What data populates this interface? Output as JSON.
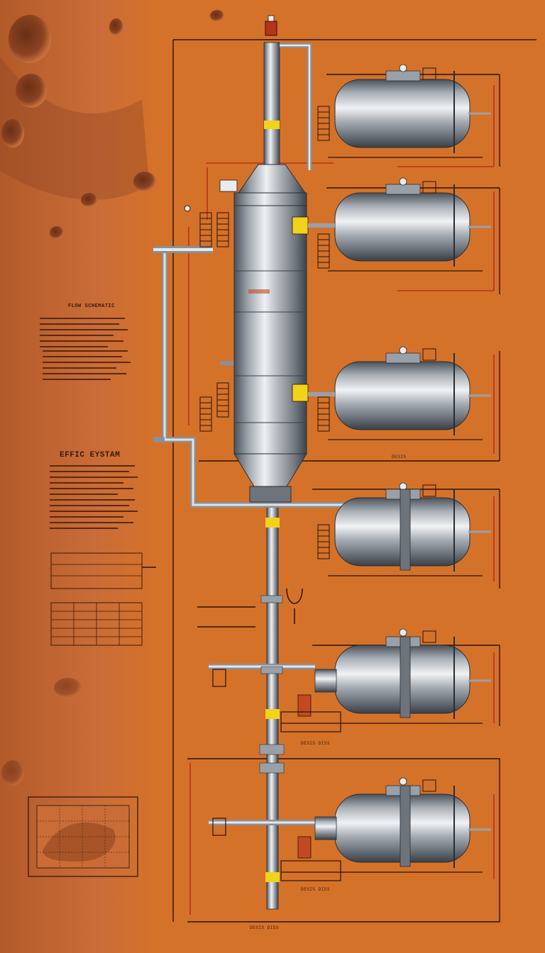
{
  "labels": {
    "heading_a": "FLOW SCHEMATIC",
    "heading_b": "EFFIC EYSTAM",
    "tag_1": "DESIS",
    "tag_2": "DESIS DISS",
    "tag_3": "DESIS DISS",
    "tag_4": "DESIS DISS"
  },
  "colors": {
    "background": "#d5722a",
    "terrain_light": "#c96c38",
    "terrain_dark": "#8a4222",
    "line_dark": "#2a1305",
    "line_red": "#b8321c",
    "metal_light": "#e8ecef",
    "metal_mid": "#9aa0a8",
    "metal_dark": "#4a5058",
    "accent_yellow": "#f2d21a"
  },
  "icons": [
    "valve-icon",
    "gauge-icon",
    "ladder-icon",
    "crater-icon"
  ]
}
